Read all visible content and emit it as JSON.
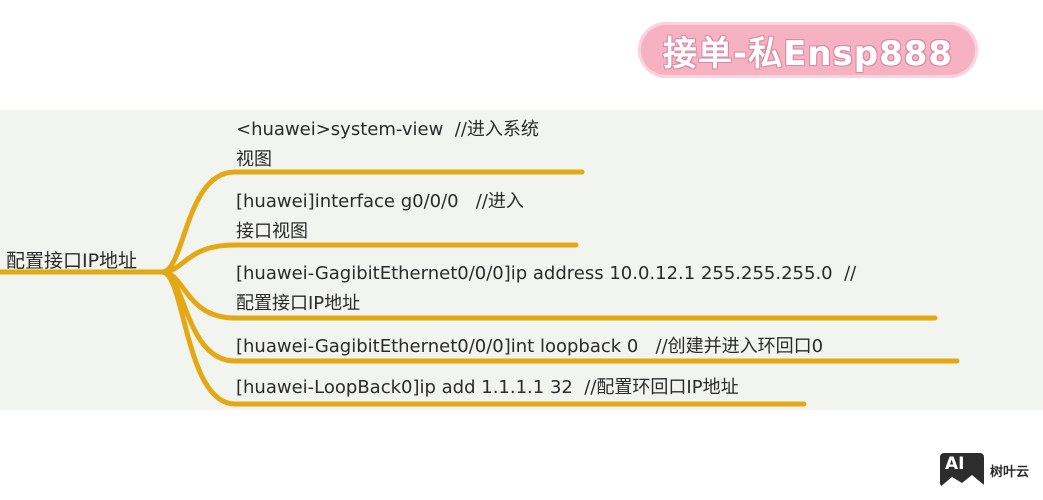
{
  "watermark": {
    "text": "接单-私Ensp888"
  },
  "mindmap": {
    "root": "配置接口IP地址",
    "branch_color": "#e3a813",
    "band_color": "#f1f4ef",
    "nodes": [
      {
        "text": "<huawei>system-view  //进入系统\n视图"
      },
      {
        "text": "[huawei]interface g0/0/0   //进入\n接口视图"
      },
      {
        "text": "[huawei-GagibitEthernet0/0/0]ip address 10.0.12.1 255.255.255.0  //\n配置接口IP地址"
      },
      {
        "text": "[huawei-GagibitEthernet0/0/0]int loopback 0   //创建并进入环回口0"
      },
      {
        "text": "[huawei-LoopBack0]ip add 1.1.1.1 32  //配置环回口IP地址"
      }
    ]
  },
  "logo": {
    "mark": "AI",
    "name": "树叶云"
  }
}
